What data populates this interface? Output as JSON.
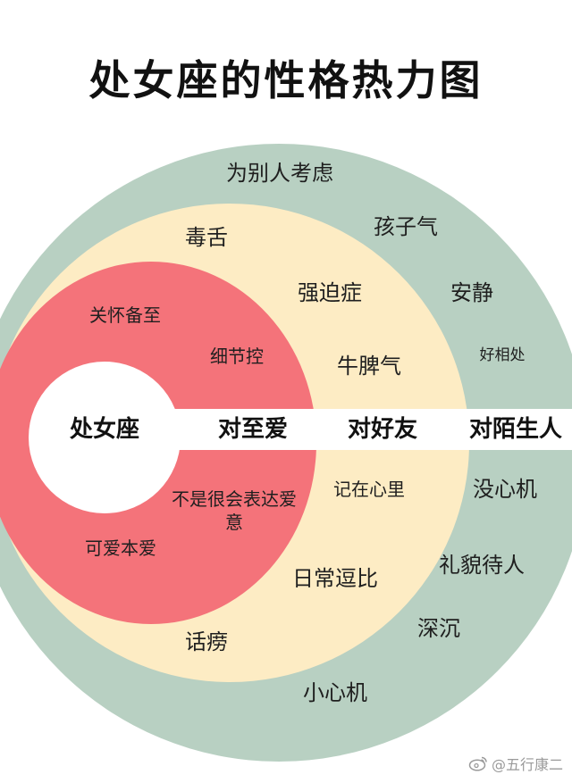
{
  "title": "处女座的性格热力图",
  "center_label": "处女座",
  "rings": {
    "inner": {
      "label": "对至爱",
      "traits": [
        "关怀备至",
        "细节控",
        "不是很会表达爱意",
        "可爱本爱"
      ]
    },
    "middle": {
      "label": "对好友",
      "traits": [
        "毒舌",
        "强迫症",
        "牛脾气",
        "记在心里",
        "日常逗比",
        "话痨"
      ]
    },
    "outer": {
      "label": "对陌生人",
      "traits": [
        "为别人考虑",
        "孩子气",
        "安静",
        "好相处",
        "没心机",
        "礼貌待人",
        "深沉",
        "小心机"
      ]
    }
  },
  "colors": {
    "outer": "#b8d0c2",
    "middle": "#fdecc4",
    "inner": "#f4737a",
    "core": "#ffffff"
  },
  "watermark": {
    "icon": "weibo-icon",
    "text": "@五行康二"
  }
}
